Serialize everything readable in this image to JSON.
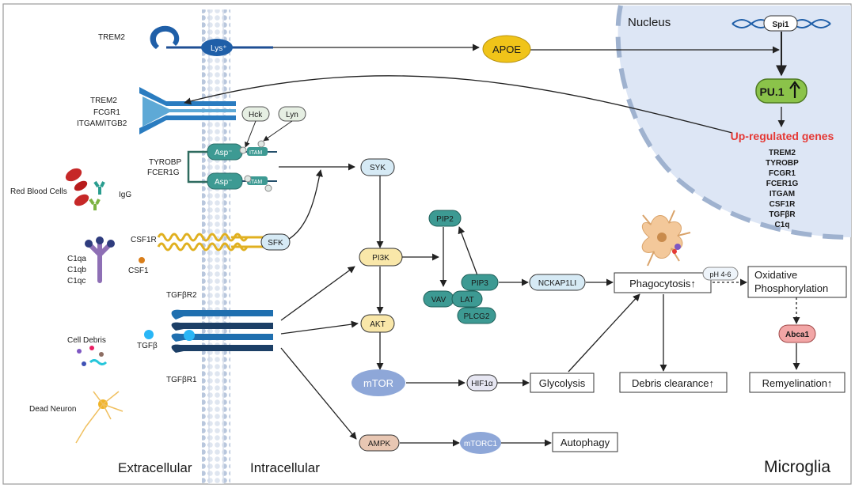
{
  "regions": {
    "extracellular": "Extracellular",
    "intracellular": "Intracellular",
    "nucleus": "Nucleus",
    "cell": "Microglia"
  },
  "receptors": {
    "trem2_top": "TREM2",
    "lys": "Lys⁺",
    "receptor_stack": [
      "TREM2",
      "FCGR1",
      "ITGAM/ITGB2"
    ],
    "adaptor": [
      "TYROBP",
      "FCER1G"
    ],
    "asp1": "Asp⁻",
    "asp2": "Asp⁻",
    "itam1": "ITAM",
    "itam2": "ITAM",
    "hck": "Hck",
    "lyn": "Lyn",
    "csf1r": "CSF1R",
    "tgfbr2": "TGFβR2",
    "tgfbr1": "TGFβR1"
  },
  "ligands": {
    "red_blood_cells": "Red Blood Cells",
    "igg": "IgG",
    "c1q": [
      "C1qa",
      "C1qb",
      "C1qc"
    ],
    "csf1": "CSF1",
    "cell_debris": "Cell Debris",
    "tgfb": "TGFβ",
    "dead_neuron": "Dead Neuron"
  },
  "nodes": {
    "apoe": "APOE",
    "spi1": "Spi1",
    "pu1": "PU.1",
    "upregulated_title": "Up-regulated genes",
    "upregulated_genes": [
      "TREM2",
      "TYROBP",
      "FCGR1",
      "FCER1G",
      "ITGAM",
      "CSF1R",
      "TGFβR",
      "C1q"
    ],
    "syk": "SYK",
    "sfk": "SFK",
    "pi3k": "PI3K",
    "akt": "AKT",
    "mtor": "mTOR",
    "hif1a": "HIF1α",
    "glycolysis": "Glycolysis",
    "ampk": "AMPK",
    "mtorc1": "mTORC1",
    "autophagy": "Autophagy",
    "pip2": "PIP2",
    "pip3": "PIP3",
    "vav": "VAV",
    "lat": "LAT",
    "plcg2": "PLCG2",
    "nckap1l": "NCKAP1LI",
    "phagocytosis": "Phagocytosis↑",
    "ph": "pH 4-6",
    "oxphos": [
      "Oxidative",
      "Phosphorylation"
    ],
    "abca1": "Abca1",
    "debris_clearance": "Debris clearance↑",
    "remyelination": "Remyelination↑"
  },
  "colors": {
    "membrane": "#b8c6dc",
    "nucleus_fill": "#dde6f5",
    "receptor_blue": "#1f5fa8",
    "teal": "#3d9a93",
    "apoe_yellow": "#f0c419",
    "pu1_green": "#8bc34a",
    "mtor_blue": "#8ea7d8",
    "abca1_pink": "#f2a6a6",
    "ampk_tan": "#e8c7b3",
    "pi3k_yellow": "#f9e7a9",
    "syk_blue": "#d6eaf5",
    "upregulated_red": "#e53935"
  }
}
